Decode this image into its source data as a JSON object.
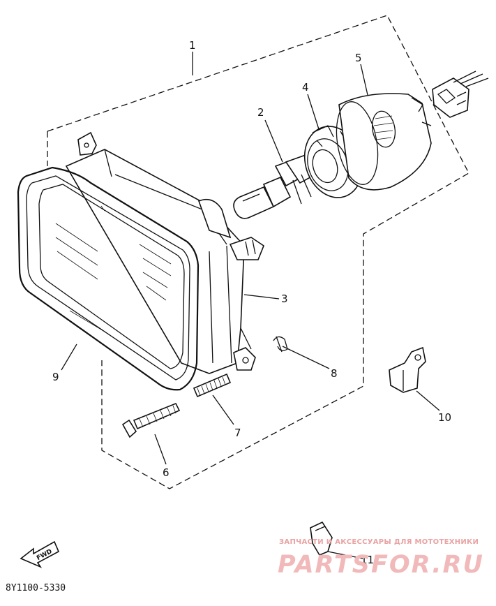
{
  "diagram": {
    "part_labels": {
      "p1": "1",
      "p2": "2",
      "p3": "3",
      "p4": "4",
      "p5": "5",
      "p6": "6",
      "p7": "7",
      "p8": "8",
      "p9": "9",
      "p10": "10",
      "p11": "11"
    },
    "fwd_label": "FWD",
    "drawing_code": "8Y1100-5330"
  },
  "watermark": {
    "tagline": "ЗАПЧАСТИ И АКСЕССУАРЫ ДЛЯ МОТОТЕХНИКИ",
    "brand": "PARTSFOR.RU",
    "color": "#f1b9b9"
  }
}
